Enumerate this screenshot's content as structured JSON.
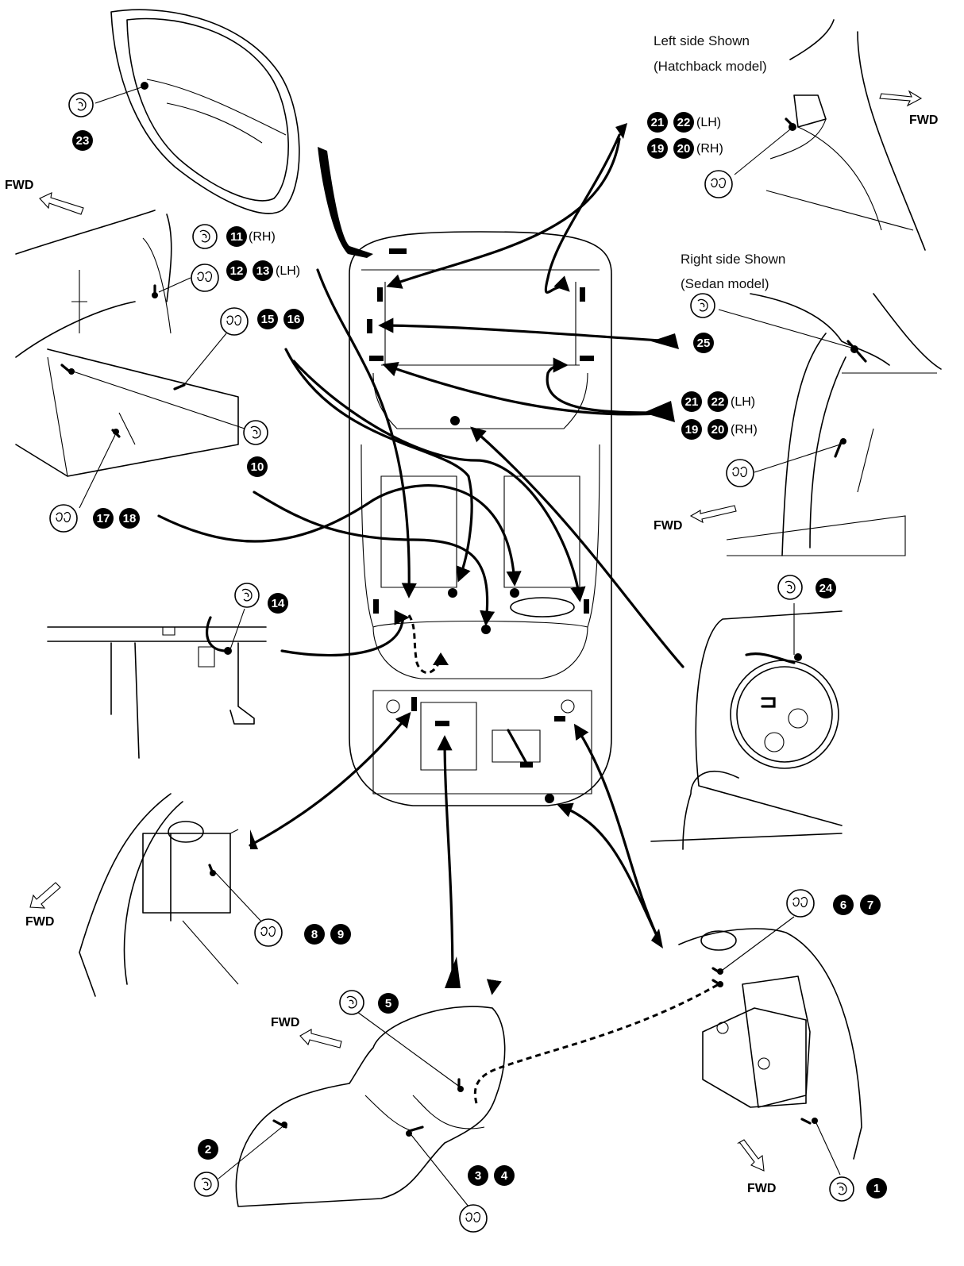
{
  "captions": {
    "left_side": "Left side Shown",
    "hatchback": "(Hatchback model)",
    "right_side": "Right side Shown",
    "sedan": "(Sedan model)"
  },
  "fwd_label": "FWD",
  "side_labels": {
    "rh": "(RH)",
    "lh": "(LH)"
  },
  "numbers": [
    "1",
    "2",
    "3",
    "4",
    "5",
    "6",
    "7",
    "8",
    "9",
    "10",
    "11",
    "12",
    "13",
    "14",
    "15",
    "16",
    "17",
    "18",
    "19",
    "20",
    "21",
    "22",
    "23",
    "24",
    "25"
  ]
}
